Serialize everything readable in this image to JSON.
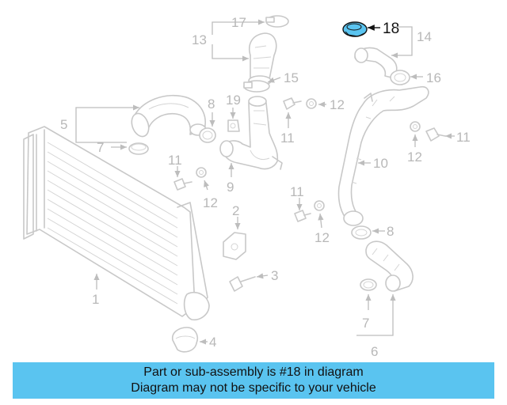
{
  "callouts": {
    "c1": "1",
    "c2": "2",
    "c3": "3",
    "c4": "4",
    "c5": "5",
    "c6": "6",
    "c7a": "7",
    "c7b": "7",
    "c8a": "8",
    "c8b": "8",
    "c9": "9",
    "c10": "10",
    "c11a": "11",
    "c11b": "11",
    "c11c": "11",
    "c12a": "12",
    "c12b": "12",
    "c12c": "12",
    "c12d": "12",
    "c13": "13",
    "c14": "14",
    "c15": "15",
    "c16": "16",
    "c17": "17",
    "c18": "18",
    "c19": "19"
  },
  "highlight": {
    "part": "18",
    "color": "#5ac4f0"
  },
  "banner": {
    "line1": "Part or sub-assembly is #18 in diagram",
    "line2": "Diagram may not be specific to your vehicle",
    "color": "#5ac4f0"
  }
}
